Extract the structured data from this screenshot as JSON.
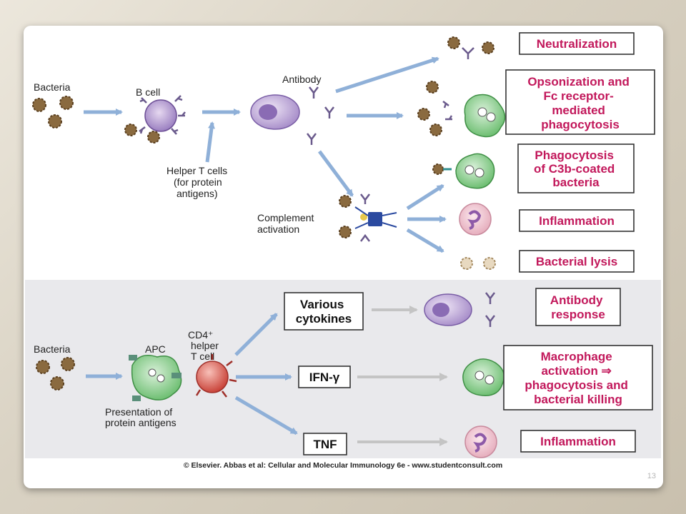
{
  "top": {
    "bacteria_label": "Bacteria",
    "bcell_label": "B cell",
    "antibody_label": "Antibody",
    "helper_label_lines": [
      "Helper T cells",
      "(for protein",
      "antigens)"
    ],
    "complement_label_lines": [
      "Complement",
      "activation"
    ],
    "outcomes": [
      {
        "lines": [
          "Neutralization"
        ]
      },
      {
        "lines": [
          "Opsonization and",
          "Fc receptor-",
          "mediated",
          "phagocytosis"
        ]
      },
      {
        "lines": [
          "Phagocytosis",
          "of C3b-coated",
          "bacteria"
        ]
      },
      {
        "lines": [
          "Inflammation"
        ]
      },
      {
        "lines": [
          "Bacterial lysis"
        ]
      }
    ]
  },
  "bottom": {
    "bacteria_label": "Bacteria",
    "apc_label": "APC",
    "cd4_label_lines": [
      "CD4⁺",
      "helper",
      "T cell"
    ],
    "presentation_lines": [
      "Presentation of",
      "protein antigens"
    ],
    "cytokines": [
      {
        "lines": [
          "Various",
          "cytokines"
        ]
      },
      {
        "lines": [
          "IFN-γ"
        ]
      },
      {
        "lines": [
          "TNF"
        ]
      }
    ],
    "outcomes": [
      {
        "lines": [
          "Antibody",
          "response"
        ]
      },
      {
        "lines": [
          "Macrophage",
          "activation ⇒",
          "phagocytosis and",
          "bacterial killing"
        ]
      },
      {
        "lines": [
          "Inflammation"
        ]
      }
    ]
  },
  "credit": "© Elsevier. Abbas et al: Cellular and Molecular Immunology 6e - www.studentconsult.com",
  "slide_number": "13",
  "colors": {
    "outcome_text": "#c2185b",
    "arrow": "#8fb0d8",
    "gray_arrow": "#c4c4c4",
    "bottom_panel": "#e9e9ec"
  }
}
